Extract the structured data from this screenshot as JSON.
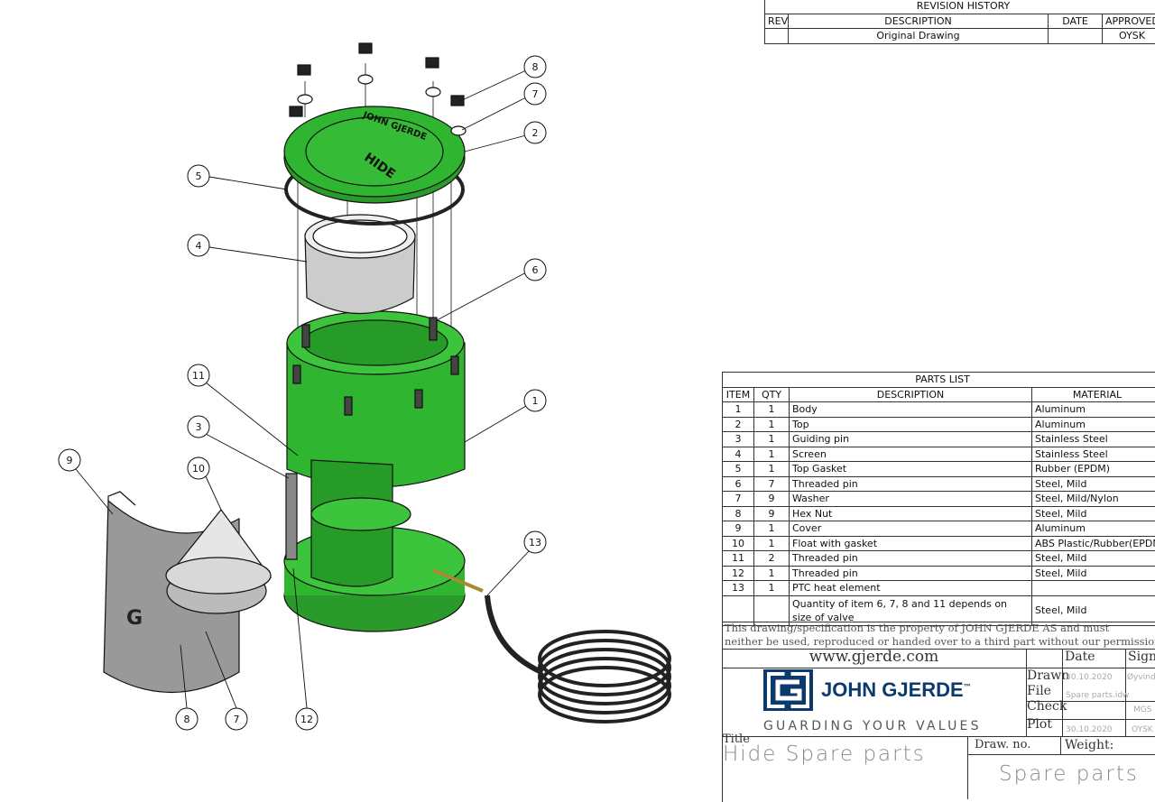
{
  "revision_history": {
    "title": "REVISION HISTORY",
    "headers": [
      "REV",
      "DESCRIPTION",
      "DATE",
      "APPROVED"
    ],
    "rows": [
      [
        "",
        "Original Drawing",
        "",
        "OYSK"
      ]
    ]
  },
  "parts_list": {
    "title": "PARTS LIST",
    "headers": [
      "ITEM",
      "QTY",
      "DESCRIPTION",
      "MATERIAL"
    ],
    "rows": [
      [
        "1",
        "1",
        "Body",
        "Aluminum"
      ],
      [
        "2",
        "1",
        "Top",
        "Aluminum"
      ],
      [
        "3",
        "1",
        "Guiding pin",
        "Stainless Steel"
      ],
      [
        "4",
        "1",
        "Screen",
        "Stainless Steel"
      ],
      [
        "5",
        "1",
        "Top Gasket",
        "Rubber (EPDM)"
      ],
      [
        "6",
        "7",
        "Threaded pin",
        "Steel, Mild"
      ],
      [
        "7",
        "9",
        "Washer",
        "Steel, Mild/Nylon"
      ],
      [
        "8",
        "9",
        "Hex Nut",
        "Steel, Mild"
      ],
      [
        "9",
        "1",
        "Cover",
        "Aluminum"
      ],
      [
        "10",
        "1",
        "Float with gasket",
        "ABS Plastic/Rubber(EPDM)"
      ],
      [
        "11",
        "2",
        "Threaded pin",
        "Steel, Mild"
      ],
      [
        "12",
        "1",
        "Threaded pin",
        "Steel, Mild"
      ],
      [
        "13",
        "1",
        "PTC heat element",
        ""
      ],
      [
        "",
        "",
        "Quantity of item 6, 7, 8 and 11 depends on size of valve",
        "Steel, Mild"
      ]
    ]
  },
  "title_block": {
    "notice_line1": "This drawing/specification is the property of JOHN GJERDE AS and must",
    "notice_line2": "neither be used, reproduced or handed over to a third part without our permission.",
    "website": "www.gjerde.com",
    "company": "JOHN GJERDE",
    "trademark": "™",
    "slogan": "GUARDING YOUR VALUES",
    "date_header": "Date",
    "sign_header": "Sign.",
    "drawn_label": "Drawn",
    "drawn_date": "30.10.2020",
    "drawn_sign": "Øyvind A",
    "file_label": "File",
    "file_value": "Spare parts.idw",
    "check_label": "Check",
    "check_sign": "MGS",
    "plot_label": "Plot",
    "plot_date": "30.10.2020",
    "plot_sign": "OYSK",
    "title_label": "Title",
    "title_value": "Hide Spare parts",
    "draw_no_label": "Draw. no.",
    "weight_label": "Weight:",
    "draw_no_value": "Spare parts"
  },
  "drawing": {
    "lid_text": "JOHN GJERDE",
    "lid_brand": "HIDE",
    "cover_brand": "G",
    "callouts": [
      "8",
      "7",
      "2",
      "5",
      "4",
      "6",
      "11",
      "1",
      "3",
      "10",
      "9",
      "13",
      "8",
      "7",
      "12"
    ]
  },
  "colors": {
    "green": "#2fb52f",
    "brand_blue": "#0d3a6e"
  }
}
